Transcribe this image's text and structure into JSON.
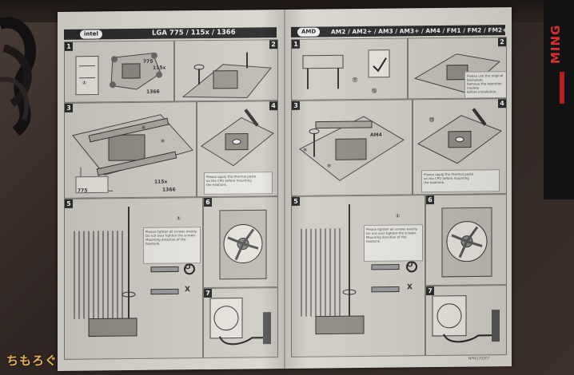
{
  "left_header": {
    "brand": "intel",
    "title": "LGA 775 / 115x / 1366"
  },
  "right_header": {
    "brand": "AMD",
    "title": "AM2 / AM2+ / AM3 / AM3+ / AM4 / FM1 / FM2 / FM2+"
  },
  "left_panels": [
    "1",
    "2",
    "3",
    "4",
    "5",
    "6",
    "7"
  ],
  "right_panels": [
    "1",
    "2",
    "3",
    "4",
    "5",
    "6",
    "7"
  ],
  "socket_labels": {
    "s775": "775",
    "s115x": "115x",
    "s1366": "1366",
    "am4": "AM4"
  },
  "callouts": {
    "c1": "①",
    "c4": "④",
    "c5": "⑤",
    "c6": "⑥",
    "c9": "⑨",
    "c10": "⑩",
    "c11": "⑪",
    "c12": "⑫",
    "c13": "⑬"
  },
  "marks": {
    "ok": "O",
    "ng": "X"
  },
  "notes": {
    "left_step4": [
      "Please apply the thermal paste",
      "on the CPU before mounting",
      "the heatsink."
    ],
    "left_step5": [
      "Please tighten all screws evenly.",
      "Do not over tighten the screws.",
      "Mounting direction of the heatsink."
    ],
    "right_step2": [
      "Please use the original backplate.",
      "Remove the retention module",
      "before installation."
    ],
    "right_step4": [
      "Please apply the thermal paste",
      "on the CPU before mounting",
      "the heatsink."
    ],
    "right_step5": [
      "Please tighten all screws evenly.",
      "Do not over tighten the screws.",
      "Mounting direction of the heatsink."
    ]
  },
  "footer": {
    "code": "NPN170207"
  },
  "box_text": "MING",
  "watermark": "ちもろぐ",
  "colors": {
    "paper": "#d9d6cf",
    "header": "#2a2a2a",
    "watermark": "#e2b458",
    "box_red": "#d8302e"
  }
}
